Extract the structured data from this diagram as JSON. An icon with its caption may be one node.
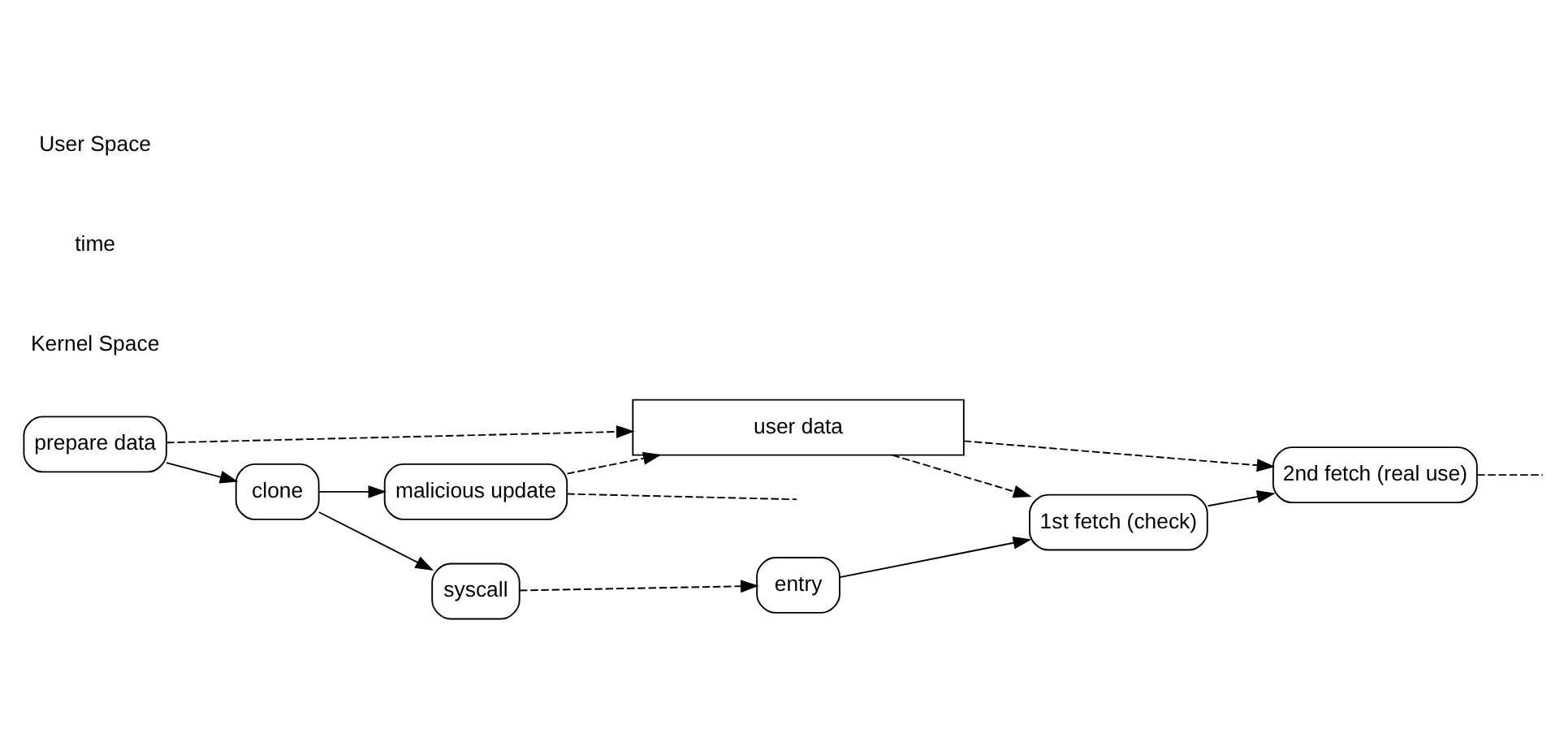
{
  "diagram": {
    "nodes": [
      {
        "text": [
          "entry"
        ]
      },
      {
        "text": [
          "1st fetch (check)"
        ]
      },
      {
        "text": [
          "2nd fetch (real use)"
        ]
      },
      {
        "text": [
          "user data"
        ]
      },
      {
        "text": [
          "syscall"
        ]
      },
      {
        "text": [
          "prepare data"
        ]
      },
      {
        "text": [
          "clone"
        ]
      },
      {
        "text": [
          "malicious update"
        ]
      }
    ],
    "edges": [
      {
        "from": 0,
        "to": 1,
        "arrow": "to"
      },
      {
        "from": 1,
        "to": 2,
        "arrow": "to"
      },
      {
        "from": 2,
        "to": null,
        "arrow": "none",
        "style": "dashed"
      },
      {
        "from": 4,
        "to": 0,
        "arrow": "to",
        "style": "dashed"
      },
      {
        "from": 3,
        "to": 1,
        "arrow": "to",
        "style": "dashed"
      },
      {
        "from": 3,
        "to": 2,
        "arrow": "to",
        "style": "dashed"
      },
      {
        "from": 5,
        "to": 3,
        "arrow": "to",
        "style": "dashed"
      },
      {
        "from": 5,
        "to": 6,
        "arrow": "to"
      },
      {
        "from": 6,
        "to": 4,
        "arrow": "to"
      },
      {
        "from": 6,
        "to": 7,
        "arrow": "to"
      },
      {
        "from": 7,
        "to": 3,
        "arrow": "to",
        "style": "dashed"
      },
      {
        "from": 7,
        "to": null,
        "arrow": "none",
        "style": "dashed"
      }
    ],
    "labels": [
      "Kernel Space",
      "time",
      "User Space"
    ]
  }
}
